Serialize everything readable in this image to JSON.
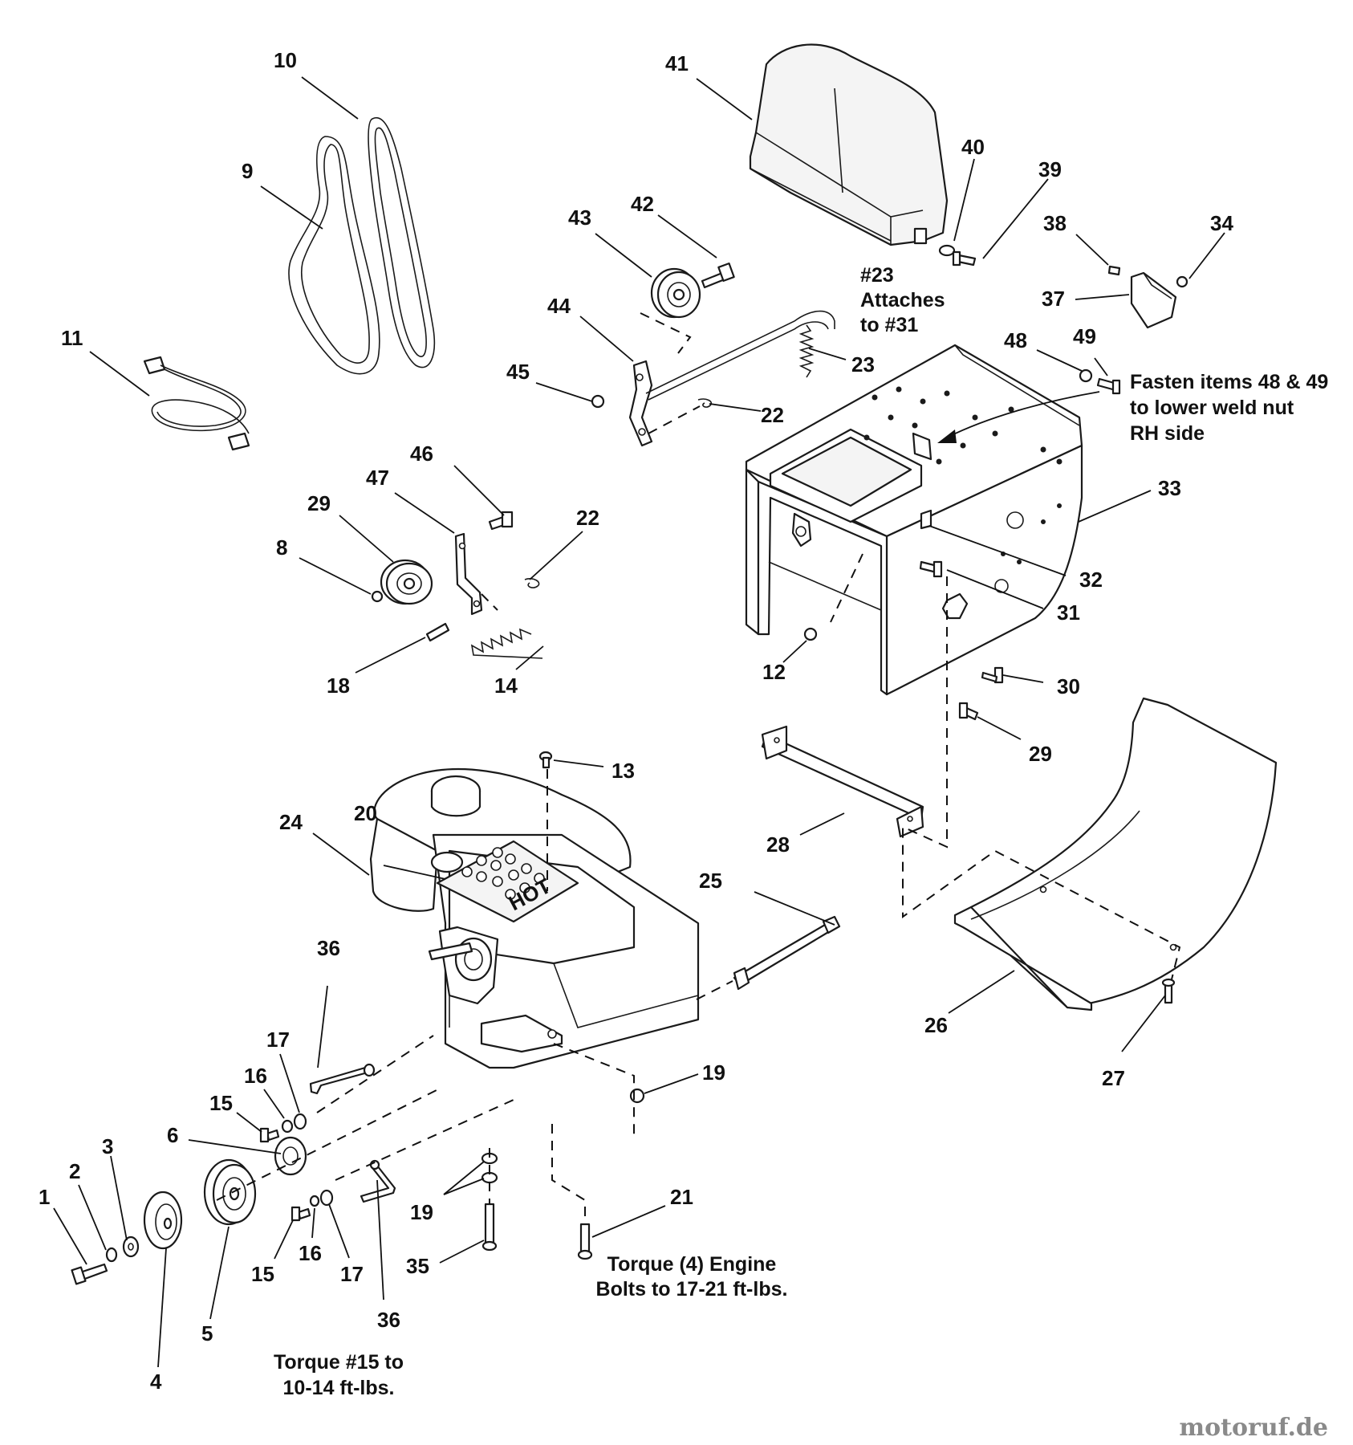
{
  "figure": {
    "callouts": [
      {
        "id": "c10",
        "text": "10"
      },
      {
        "id": "c9",
        "text": "9"
      },
      {
        "id": "c11",
        "text": "11"
      },
      {
        "id": "c41",
        "text": "41"
      },
      {
        "id": "c40",
        "text": "40"
      },
      {
        "id": "c39",
        "text": "39"
      },
      {
        "id": "c38",
        "text": "38"
      },
      {
        "id": "c34",
        "text": "34"
      },
      {
        "id": "c37",
        "text": "37"
      },
      {
        "id": "c43",
        "text": "43"
      },
      {
        "id": "c42",
        "text": "42"
      },
      {
        "id": "c44",
        "text": "44"
      },
      {
        "id": "c45",
        "text": "45"
      },
      {
        "id": "c23",
        "text": "23"
      },
      {
        "id": "c22a",
        "text": "22"
      },
      {
        "id": "c48",
        "text": "48"
      },
      {
        "id": "c49",
        "text": "49"
      },
      {
        "id": "c33",
        "text": "33"
      },
      {
        "id": "c46",
        "text": "46"
      },
      {
        "id": "c47",
        "text": "47"
      },
      {
        "id": "c29a",
        "text": "29"
      },
      {
        "id": "c22b",
        "text": "22"
      },
      {
        "id": "c8",
        "text": "8"
      },
      {
        "id": "c18",
        "text": "18"
      },
      {
        "id": "c14",
        "text": "14"
      },
      {
        "id": "c32",
        "text": "32"
      },
      {
        "id": "c31",
        "text": "31"
      },
      {
        "id": "c12",
        "text": "12"
      },
      {
        "id": "c30",
        "text": "30"
      },
      {
        "id": "c29b",
        "text": "29"
      },
      {
        "id": "c13",
        "text": "13"
      },
      {
        "id": "c24",
        "text": "24"
      },
      {
        "id": "c20",
        "text": "20"
      },
      {
        "id": "c28",
        "text": "28"
      },
      {
        "id": "c25",
        "text": "25"
      },
      {
        "id": "c36a",
        "text": "36"
      },
      {
        "id": "c26",
        "text": "26"
      },
      {
        "id": "c17a",
        "text": "17"
      },
      {
        "id": "c16a",
        "text": "16"
      },
      {
        "id": "c15a",
        "text": "15"
      },
      {
        "id": "c19a",
        "text": "19"
      },
      {
        "id": "c27",
        "text": "27"
      },
      {
        "id": "c6",
        "text": "6"
      },
      {
        "id": "c3",
        "text": "3"
      },
      {
        "id": "c2",
        "text": "2"
      },
      {
        "id": "c1",
        "text": "1"
      },
      {
        "id": "c21",
        "text": "21"
      },
      {
        "id": "c19b",
        "text": "19"
      },
      {
        "id": "c15b",
        "text": "15"
      },
      {
        "id": "c16b",
        "text": "16"
      },
      {
        "id": "c17b",
        "text": "17"
      },
      {
        "id": "c35",
        "text": "35"
      },
      {
        "id": "c36b",
        "text": "36"
      },
      {
        "id": "c5",
        "text": "5"
      },
      {
        "id": "c4",
        "text": "4"
      }
    ],
    "notes": {
      "attach": [
        "#23",
        "Attaches",
        "to #31"
      ],
      "fasten": [
        "Fasten items 48 & 49",
        "to lower weld nut",
        "RH side"
      ],
      "torque_engine": [
        "Torque (4) Engine",
        "Bolts to 17-21 ft-lbs."
      ],
      "torque_15": [
        "Torque #15 to",
        "10-14 ft-lbs."
      ]
    },
    "hot_label": "HOT",
    "watermark": "motoruf.de"
  }
}
